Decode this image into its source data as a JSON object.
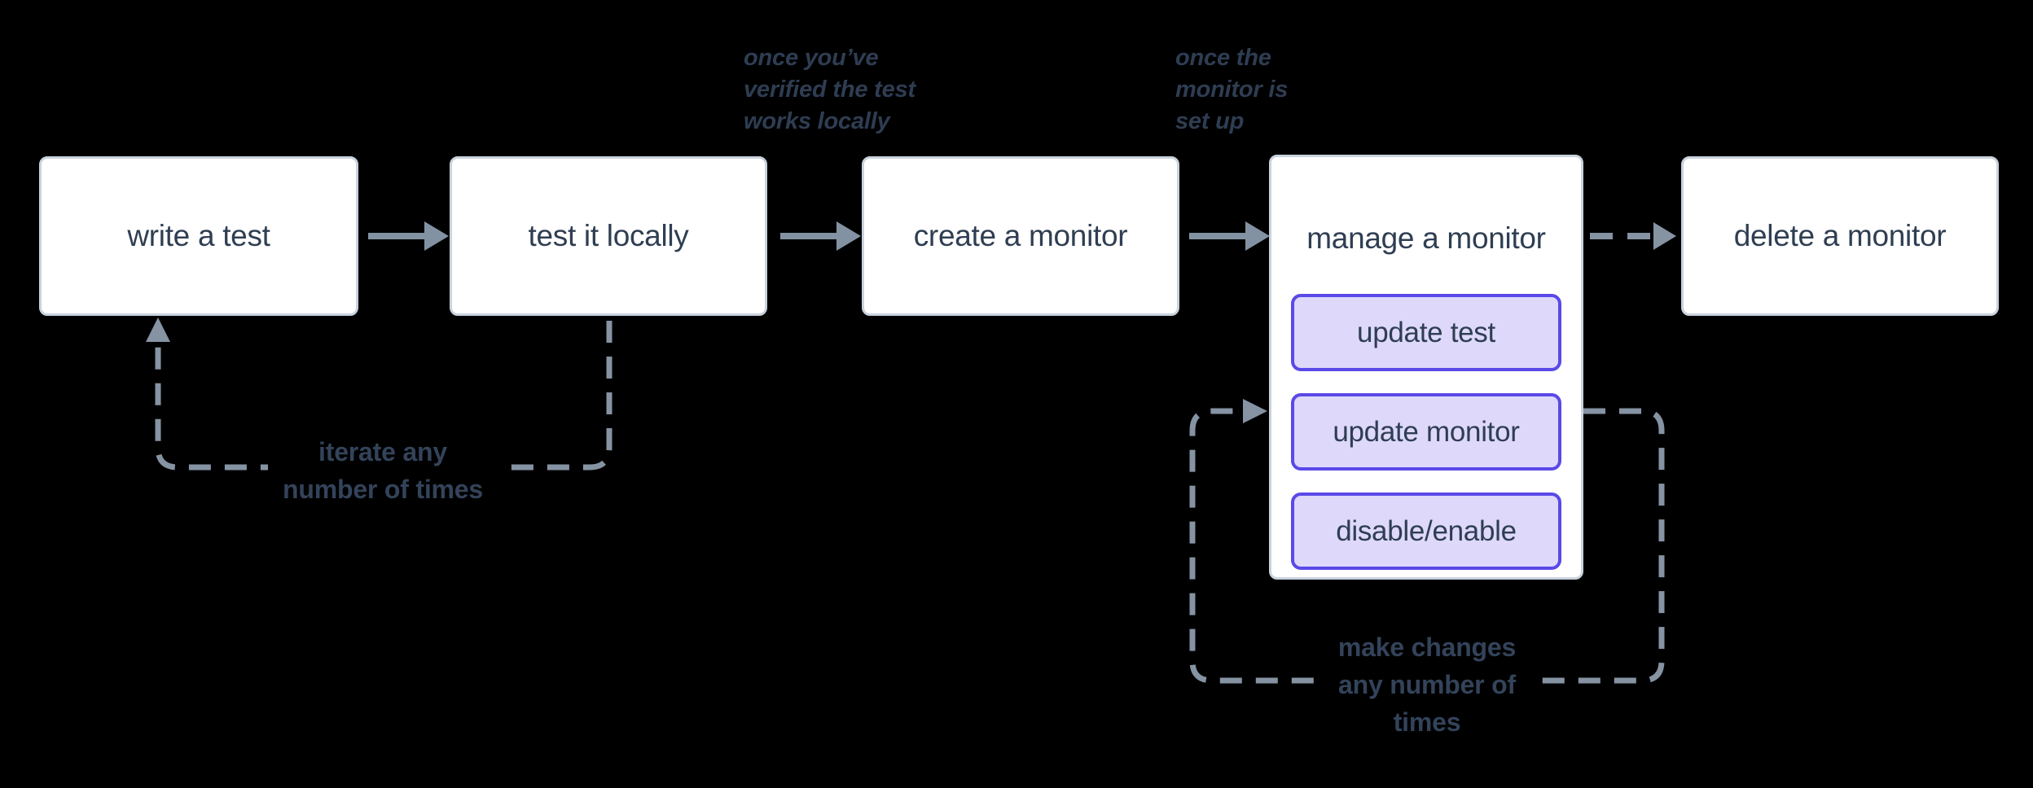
{
  "diagram": {
    "nodes": [
      {
        "id": "write-test",
        "label": "write a test"
      },
      {
        "id": "test-locally",
        "label": "test it locally"
      },
      {
        "id": "create-monitor",
        "label": "create a monitor"
      },
      {
        "id": "manage-monitor",
        "label": "manage a monitor",
        "children": [
          {
            "id": "update-test",
            "label": "update test"
          },
          {
            "id": "update-monitor",
            "label": "update monitor"
          },
          {
            "id": "disable-enable",
            "label": "disable/enable"
          }
        ]
      },
      {
        "id": "delete-monitor",
        "label": "delete a monitor"
      }
    ],
    "annotations": {
      "verified": {
        "lines": [
          "once you’ve",
          "verified the test",
          "works locally"
        ]
      },
      "setup": {
        "lines": [
          "once the",
          "monitor is",
          "set up"
        ]
      },
      "iterate": {
        "lines": [
          "iterate any",
          "number of times"
        ]
      },
      "make_changes": {
        "lines": [
          "make changes",
          "any number of",
          "times"
        ]
      }
    },
    "colors": {
      "background": "#000000",
      "node_fill": "#ffffff",
      "node_border": "#c9d3de",
      "node_text": "#2f3e52",
      "solid_arrow": "#8292a2",
      "dashed_line": "#8593a3",
      "sub_button_fill": "#ded8fa",
      "sub_button_border": "#5a49e8",
      "annotation_text": "#2e3d52",
      "loop_label_text": "#33435a"
    }
  }
}
